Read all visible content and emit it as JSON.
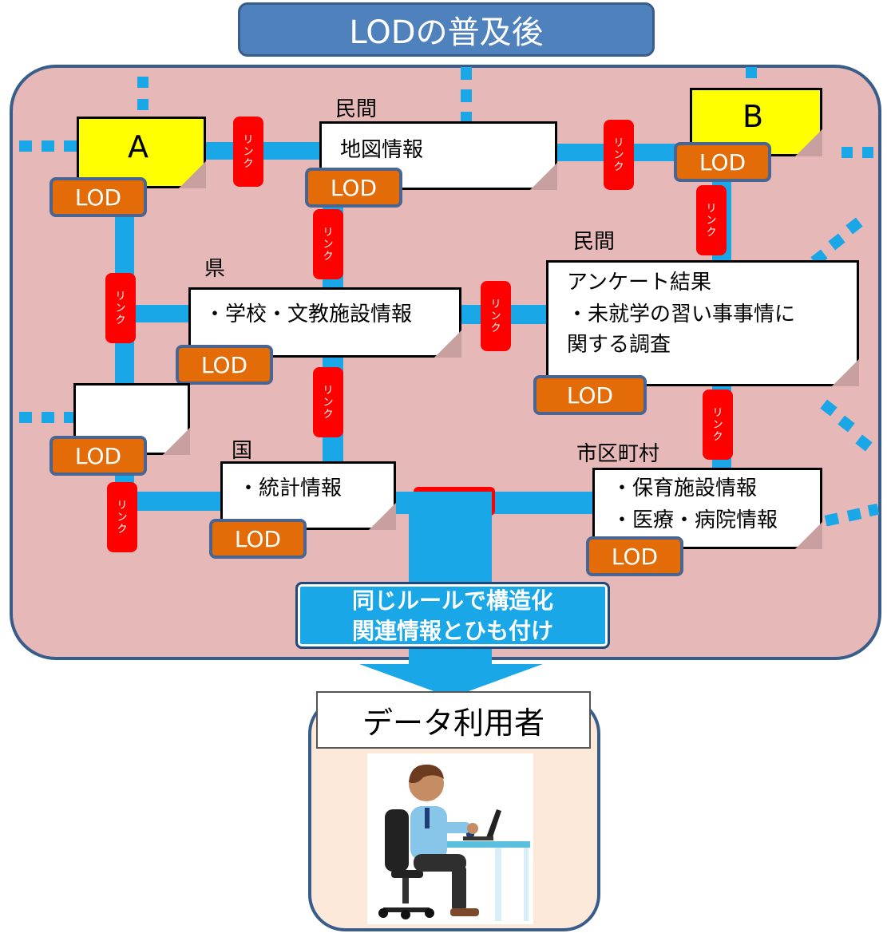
{
  "title": "LODの普及後",
  "lod_label": "LOD",
  "link_label": "リンク",
  "nodes": {
    "a": {
      "label": "A"
    },
    "b": {
      "label": "B"
    },
    "map": {
      "owner": "民間",
      "text": "地図情報"
    },
    "pref": {
      "owner": "県",
      "text": "・学校・文教施設情報"
    },
    "survey": {
      "owner": "民間",
      "lines": [
        "アンケート結果",
        "・未就学の習い事事情に",
        "関する調査"
      ]
    },
    "nation": {
      "owner": "国",
      "text": "・統計情報"
    },
    "city": {
      "owner": "市区町村",
      "lines": [
        "・保育施設情報",
        "・医療・病院情報"
      ]
    }
  },
  "banner": {
    "lines": [
      "同じルールで構造化",
      "関連情報とひも付け"
    ]
  },
  "user": {
    "label": "データ利用者"
  },
  "colors": {
    "panel": "#e6b8b7",
    "connector": "#1aa7e8",
    "lod": "#e36c09",
    "link": "#ff0000",
    "title": "#4f81bd"
  }
}
